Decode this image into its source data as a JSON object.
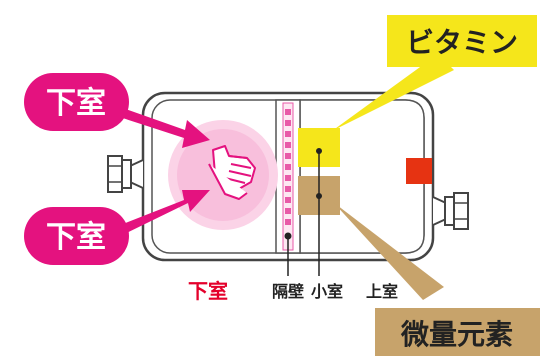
{
  "callouts": {
    "lower_top": "下室",
    "lower_bottom": "下室",
    "vitamin": "ビタミン",
    "trace_elements": "微量元素"
  },
  "bottom_labels": {
    "lower": "下室",
    "partition": "隔壁",
    "small": "小室",
    "upper": "上室"
  },
  "colors": {
    "magenta": "#e4127f",
    "yellow": "#f5e61b",
    "tan": "#c7a36b",
    "bag_outline": "#444444",
    "seal_pink": "#e85aa8",
    "port_red": "#e63312",
    "lower_label": "#e4002b"
  },
  "icons": [
    "hands-pressing-icon",
    "port-connector-icon"
  ]
}
